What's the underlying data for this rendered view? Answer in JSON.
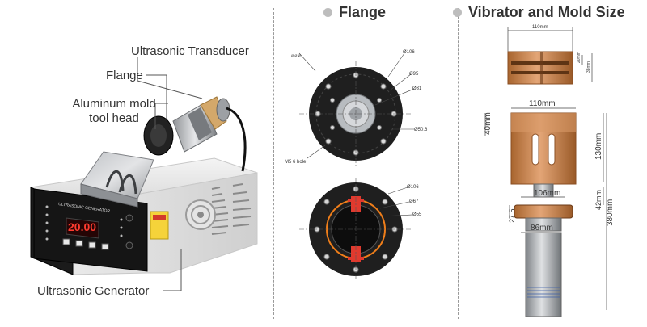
{
  "left": {
    "labels": {
      "transducer": "Ultrasonic Transducer",
      "flange": "Flange",
      "mold_line1": "Aluminum mold",
      "mold_line2": "tool head",
      "generator": "Ultrasonic Generator"
    },
    "device": {
      "panel_title": "ULTRASONIC GENERATOR",
      "display_value": "20.00"
    }
  },
  "middle": {
    "heading": "Flange",
    "top_drawing": {
      "dims": [
        "Ø106",
        "Ø95",
        "Ø31",
        "Ø50.6"
      ],
      "hole_note": "M5  6 hole"
    },
    "bottom_drawing": {
      "dims": [
        "Ø106",
        "Ø67",
        "Ø55"
      ]
    }
  },
  "right": {
    "heading": "Vibrator and Mold Size",
    "mold_top": {
      "width": "110mm",
      "h1": "20mm",
      "h2": "38mm"
    },
    "mold_main": {
      "width": "110mm",
      "h_left": "40mm",
      "h_right": "130mm"
    },
    "horn": {
      "flange_w": "106mm",
      "h1": "42mm",
      "h2": "27.5",
      "body_w": "86mm",
      "total": "380mm"
    }
  },
  "colors": {
    "copper": "#c98551",
    "copper_dark": "#8a4e22",
    "steel": "#a8abb0",
    "red": "#e03a2e",
    "orange": "#ef7e1a"
  }
}
